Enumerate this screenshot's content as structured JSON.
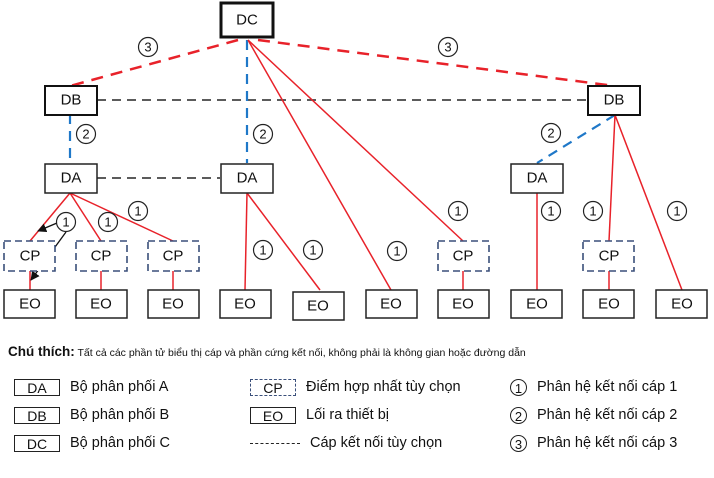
{
  "nodes": {
    "dc": "DC",
    "db_left": "DB",
    "db_right": "DB",
    "da_1": "DA",
    "da_2": "DA",
    "da_3": "DA",
    "cp_1": "CP",
    "cp_2": "CP",
    "cp_3": "CP",
    "cp_4": "CP",
    "cp_5": "CP",
    "eo": "EO"
  },
  "markers": {
    "one": "1",
    "two": "2",
    "three": "3"
  },
  "colors": {
    "level1_cable": "#e8222a",
    "level2_cable": "#1f78c8",
    "level3_cable": "#e8222a",
    "optional_cable": "#444444",
    "cp_border": "#3a4f7a"
  },
  "note": {
    "label": "Chú thích:",
    "text": "Tất cả các phần tử biểu thị cáp và phần cứng kết nối, không phải là không gian hoặc đường dẫn"
  },
  "legend": {
    "da": {
      "symbol": "DA",
      "label": "Bộ phân phối A"
    },
    "db": {
      "symbol": "DB",
      "label": "Bộ phân phối B"
    },
    "dc": {
      "symbol": "DC",
      "label": "Bộ phân phối C"
    },
    "cp": {
      "symbol": "CP",
      "label": "Điểm hợp nhất tùy chọn"
    },
    "eo": {
      "symbol": "EO",
      "label": "Lối ra thiết bị"
    },
    "optional": {
      "label": "Cáp kết nối tùy chọn"
    },
    "sub1": {
      "symbol": "1",
      "label": "Phân hệ kết nối cáp 1"
    },
    "sub2": {
      "symbol": "2",
      "label": "Phân hệ kết nối cáp 2"
    },
    "sub3": {
      "symbol": "3",
      "label": "Phân hệ kết nối cáp 3"
    }
  }
}
